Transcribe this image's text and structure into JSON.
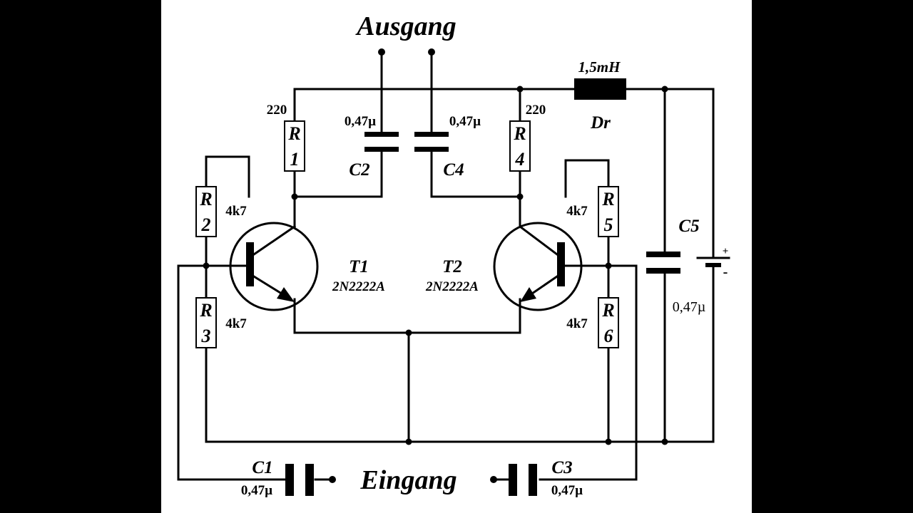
{
  "labels": {
    "output": "Ausgang",
    "input": "Eingang",
    "inductor_value": "1,5mH",
    "inductor_name": "Dr",
    "t1_name": "T1",
    "t1_type": "2N2222A",
    "t2_name": "T2",
    "t2_type": "2N2222A",
    "battery_plus": "+",
    "battery_minus": "-"
  },
  "resistors": {
    "r1": {
      "r": "R",
      "n": "1",
      "value": "220"
    },
    "r2": {
      "r": "R",
      "n": "2",
      "value": "4k7"
    },
    "r3": {
      "r": "R",
      "n": "3",
      "value": "4k7"
    },
    "r4": {
      "r": "R",
      "n": "4",
      "value": "220"
    },
    "r5": {
      "r": "R",
      "n": "5",
      "value": "4k7"
    },
    "r6": {
      "r": "R",
      "n": "6",
      "value": "4k7"
    }
  },
  "capacitors": {
    "c1": {
      "name": "C1",
      "value": "0,47µ"
    },
    "c2": {
      "name": "C2",
      "value": "0,47µ"
    },
    "c3": {
      "name": "C3",
      "value": "0,47µ"
    },
    "c4": {
      "name": "C4",
      "value": "0,47µ"
    },
    "c5": {
      "name": "C5",
      "value": "0,47µ"
    }
  },
  "colors": {
    "battery_plus": "#cc0000"
  }
}
